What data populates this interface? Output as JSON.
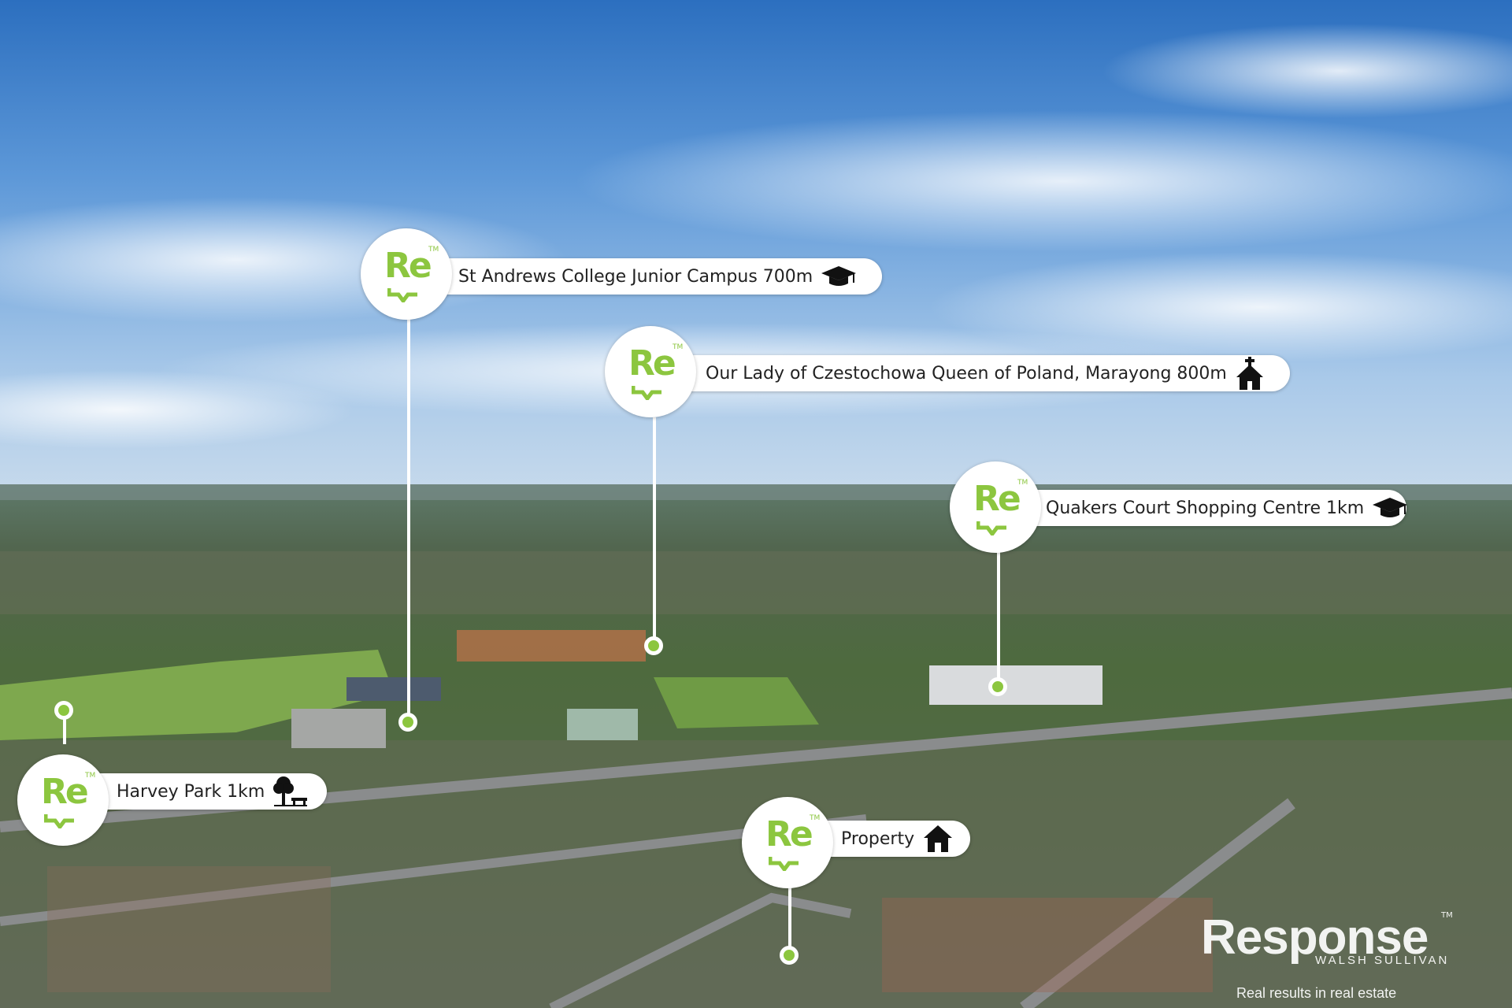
{
  "colors": {
    "accent": "#8cc63f",
    "pill": "#ffffff",
    "text": "#222222"
  },
  "badge": {
    "logo_text": "Re",
    "tm": "TM"
  },
  "markers": [
    {
      "label": "St Andrews College Junior Campus 700m",
      "icon": "graduation-cap-icon"
    },
    {
      "label": "Our Lady of Czestochowa Queen of Poland, Marayong 800m",
      "icon": "church-icon"
    },
    {
      "label": "Quakers Court Shopping Centre 1km",
      "icon": "graduation-cap-icon"
    },
    {
      "label": "Harvey Park 1km",
      "icon": "park-tree-bench-icon"
    },
    {
      "label": "Property",
      "icon": "house-icon"
    }
  ],
  "brand": {
    "name": "Response",
    "sub": "WALSH SULLIVAN",
    "tagline": "Real results in real estate",
    "tm": "TM"
  }
}
